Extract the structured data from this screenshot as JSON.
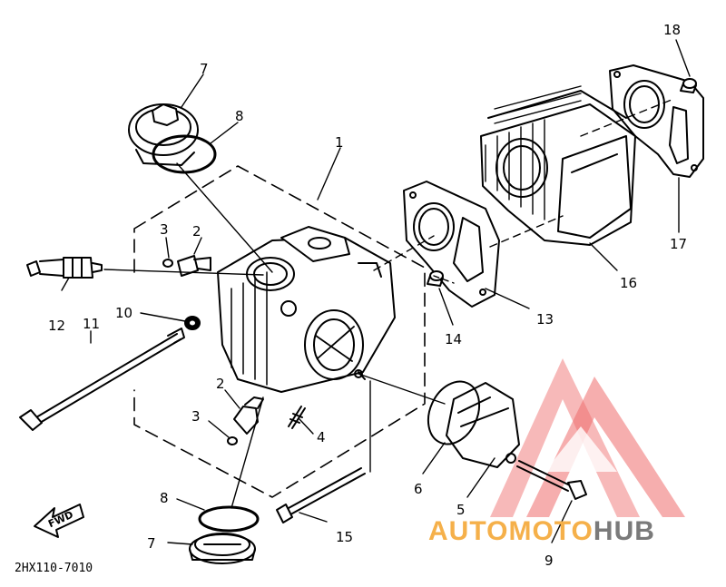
{
  "diagram": {
    "part_code": "2HX110-7010",
    "fwd_label": "FWD",
    "callouts": [
      "1",
      "2",
      "3",
      "4",
      "5",
      "6",
      "7",
      "8",
      "9",
      "10",
      "11",
      "12",
      "13",
      "14",
      "15",
      "16",
      "17",
      "18"
    ]
  },
  "watermark": {
    "text_auto": "AUTO",
    "text_moto": "MOTO",
    "text_hub": "HUB",
    "colors": {
      "orange": "#f5b04a",
      "gray": "#7a7a7a",
      "logo_red": "#e86060"
    }
  }
}
